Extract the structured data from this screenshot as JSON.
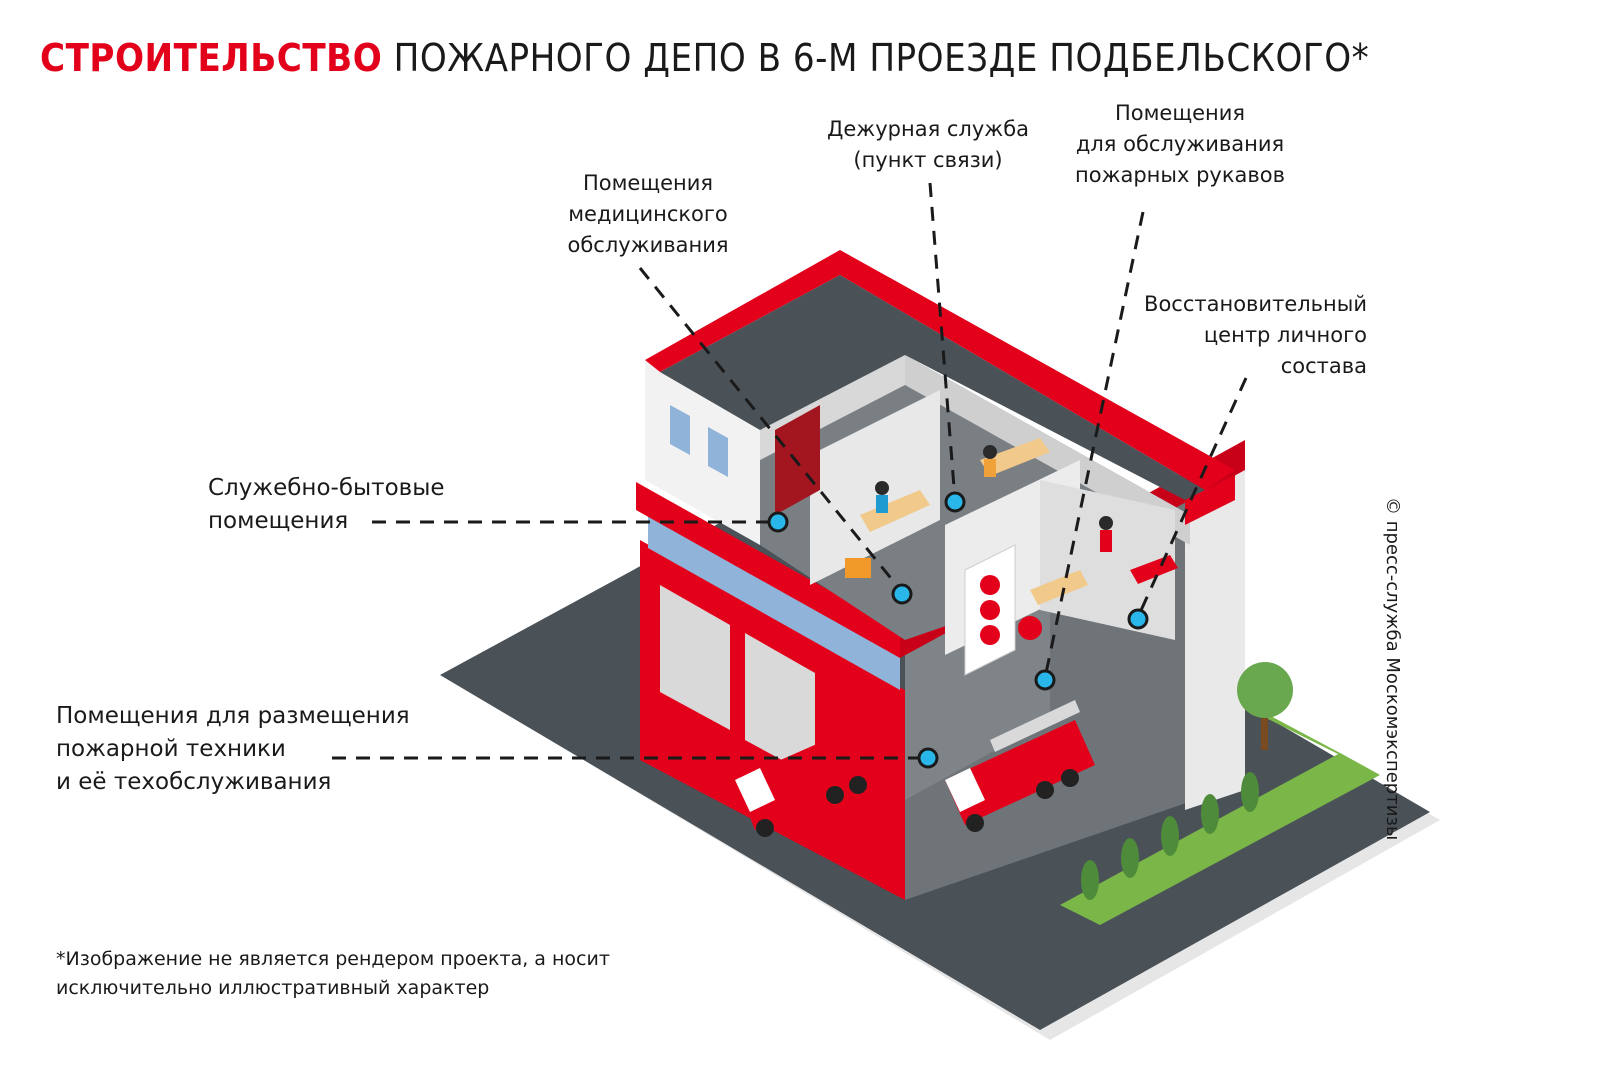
{
  "title": {
    "accent": "СТРОИТЕЛЬСТВО",
    "rest": " ПОЖАРНОГО ДЕПО В 6-М ПРОЕЗДЕ ПОДБЕЛЬСКОГО*"
  },
  "labels": {
    "medical": "Помещения\nмедицинского\nобслуживания",
    "duty": "Дежурная служба\n(пункт связи)",
    "hoses": "Помещения\nдля обслуживания\nпожарных рукавов",
    "recovery": "Восстановительный\nцентр личного\nсостава",
    "household": "Служебно-бытовые\nпомещения",
    "vehicles": "Помещения для размещения\nпожарной техники\nи её техобслуживания"
  },
  "footnote": {
    "line1": "*Изображение не является рендером проекта, а носит",
    "line2": "исключительно иллюстративный характер"
  },
  "copyright": "© пресс-служба Москомэкспертизы",
  "colors": {
    "accent": "#e3001b",
    "roof": "#4a5258",
    "asphalt": "#4a5258",
    "wall": "#f2f2f2",
    "marker": "#29b6e8",
    "grass": "#7ab648"
  }
}
